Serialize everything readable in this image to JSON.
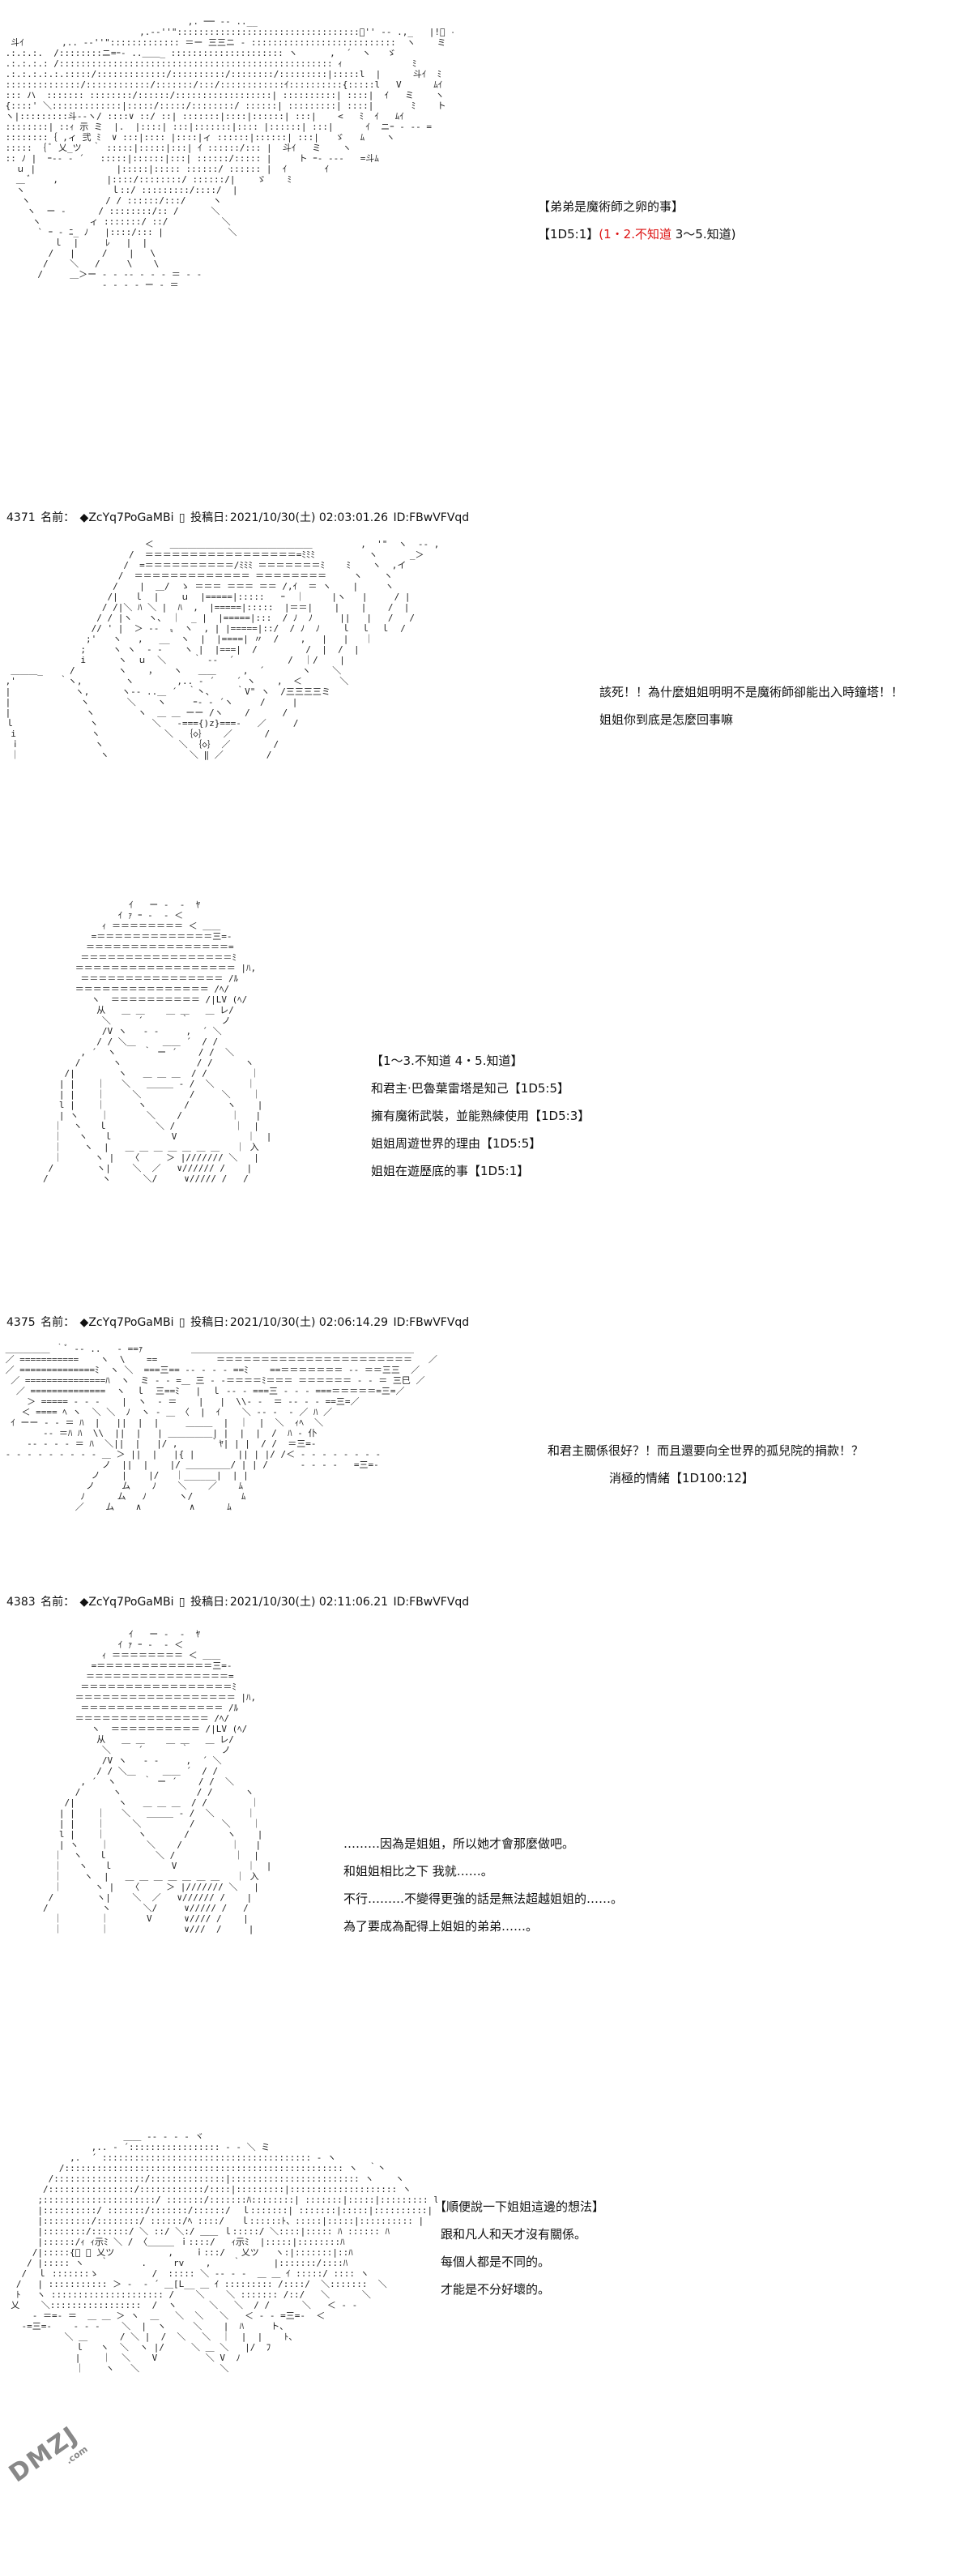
{
  "panel1": {
    "text": {
      "line1": "【弟弟是魔術師之卵的事】",
      "line2_prefix": "【1D5:1】",
      "line2_red": "(1・2.不知道",
      "line2_suffix": "3～5.知道)"
    }
  },
  "post1": {
    "number": "4371",
    "name_label": "名前：",
    "trip": "◆ZcYq7PoGaMBi",
    "sep": "▯",
    "date_label": "投稿日:",
    "date": "2021/10/30(土) 02:03:01.26",
    "id": "ID:FBwVFVqd"
  },
  "panel2": {
    "text": {
      "line1": "該死！！為什麼姐姐明明不是魔術師卻能出入時鐘塔！！",
      "line2": "姐姐你到底是怎麼回事嘛"
    }
  },
  "panel3": {
    "text": {
      "line1": "【1～3.不知道 4・5.知道】",
      "line2": "和君主·巴魯葉雷塔是知己【1D5:5】",
      "line3": "擁有魔術武裝，並能熟練使用【1D5:3】",
      "line4": "姐姐周遊世界的理由【1D5:5】",
      "line5": "姐姐在遊歷底的事【1D5:1】"
    }
  },
  "post2": {
    "number": "4375",
    "name_label": "名前：",
    "trip": "◆ZcYq7PoGaMBi",
    "sep": "▯",
    "date_label": "投稿日:",
    "date": "2021/10/30(土) 02:06:14.29",
    "id": "ID:FBwVFVqd"
  },
  "panel4": {
    "text": {
      "line1": "和君主關係很好？！而且還要向全世界的孤兒院的捐款！？",
      "line2": "消極的情緒【1D100:12】"
    }
  },
  "post3": {
    "number": "4383",
    "name_label": "名前：",
    "trip": "◆ZcYq7PoGaMBi",
    "sep": "▯",
    "date_label": "投稿日:",
    "date": "2021/10/30(土) 02:11:06.21",
    "id": "ID:FBwVFVqd"
  },
  "panel5": {
    "text": {
      "line1": "………因為是姐姐，所以她才會那麼做吧。",
      "line2": "和姐姐相比之下 我就……。",
      "line3": "不行………不變得更強的話是無法超越姐姐的……。",
      "line4": "為了要成為配得上姐姐的弟弟……。"
    }
  },
  "panel6": {
    "text": {
      "line1": "【順便說一下姐姐這邊的想法】",
      "line2": "跟和凡人和天才沒有關係。",
      "line3": "每個人都是不同的。",
      "line4": "才能是不分好壞的。"
    }
  },
  "watermark": {
    "main": "DMZJ",
    "sub": ".com"
  }
}
